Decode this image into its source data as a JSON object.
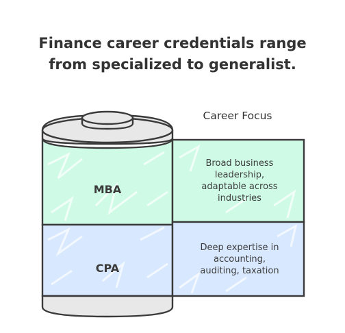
{
  "title": {
    "line1": "Finance career credentials range",
    "line2": "from specialized to generalist."
  },
  "focus_header": "Career Focus",
  "layers": [
    {
      "label": "MBA",
      "description": [
        "Broad business",
        "leadership,",
        "adaptable across",
        "industries"
      ],
      "fill": "#cffbe6"
    },
    {
      "label": "CPA",
      "description": [
        "Deep expertise in",
        "accounting,",
        "auditing, taxation"
      ],
      "fill": "#d8e8ff"
    }
  ],
  "colors": {
    "outline": "#3a3a3a",
    "cylinder_body": "#e8e8e8",
    "background": "#ffffff"
  }
}
